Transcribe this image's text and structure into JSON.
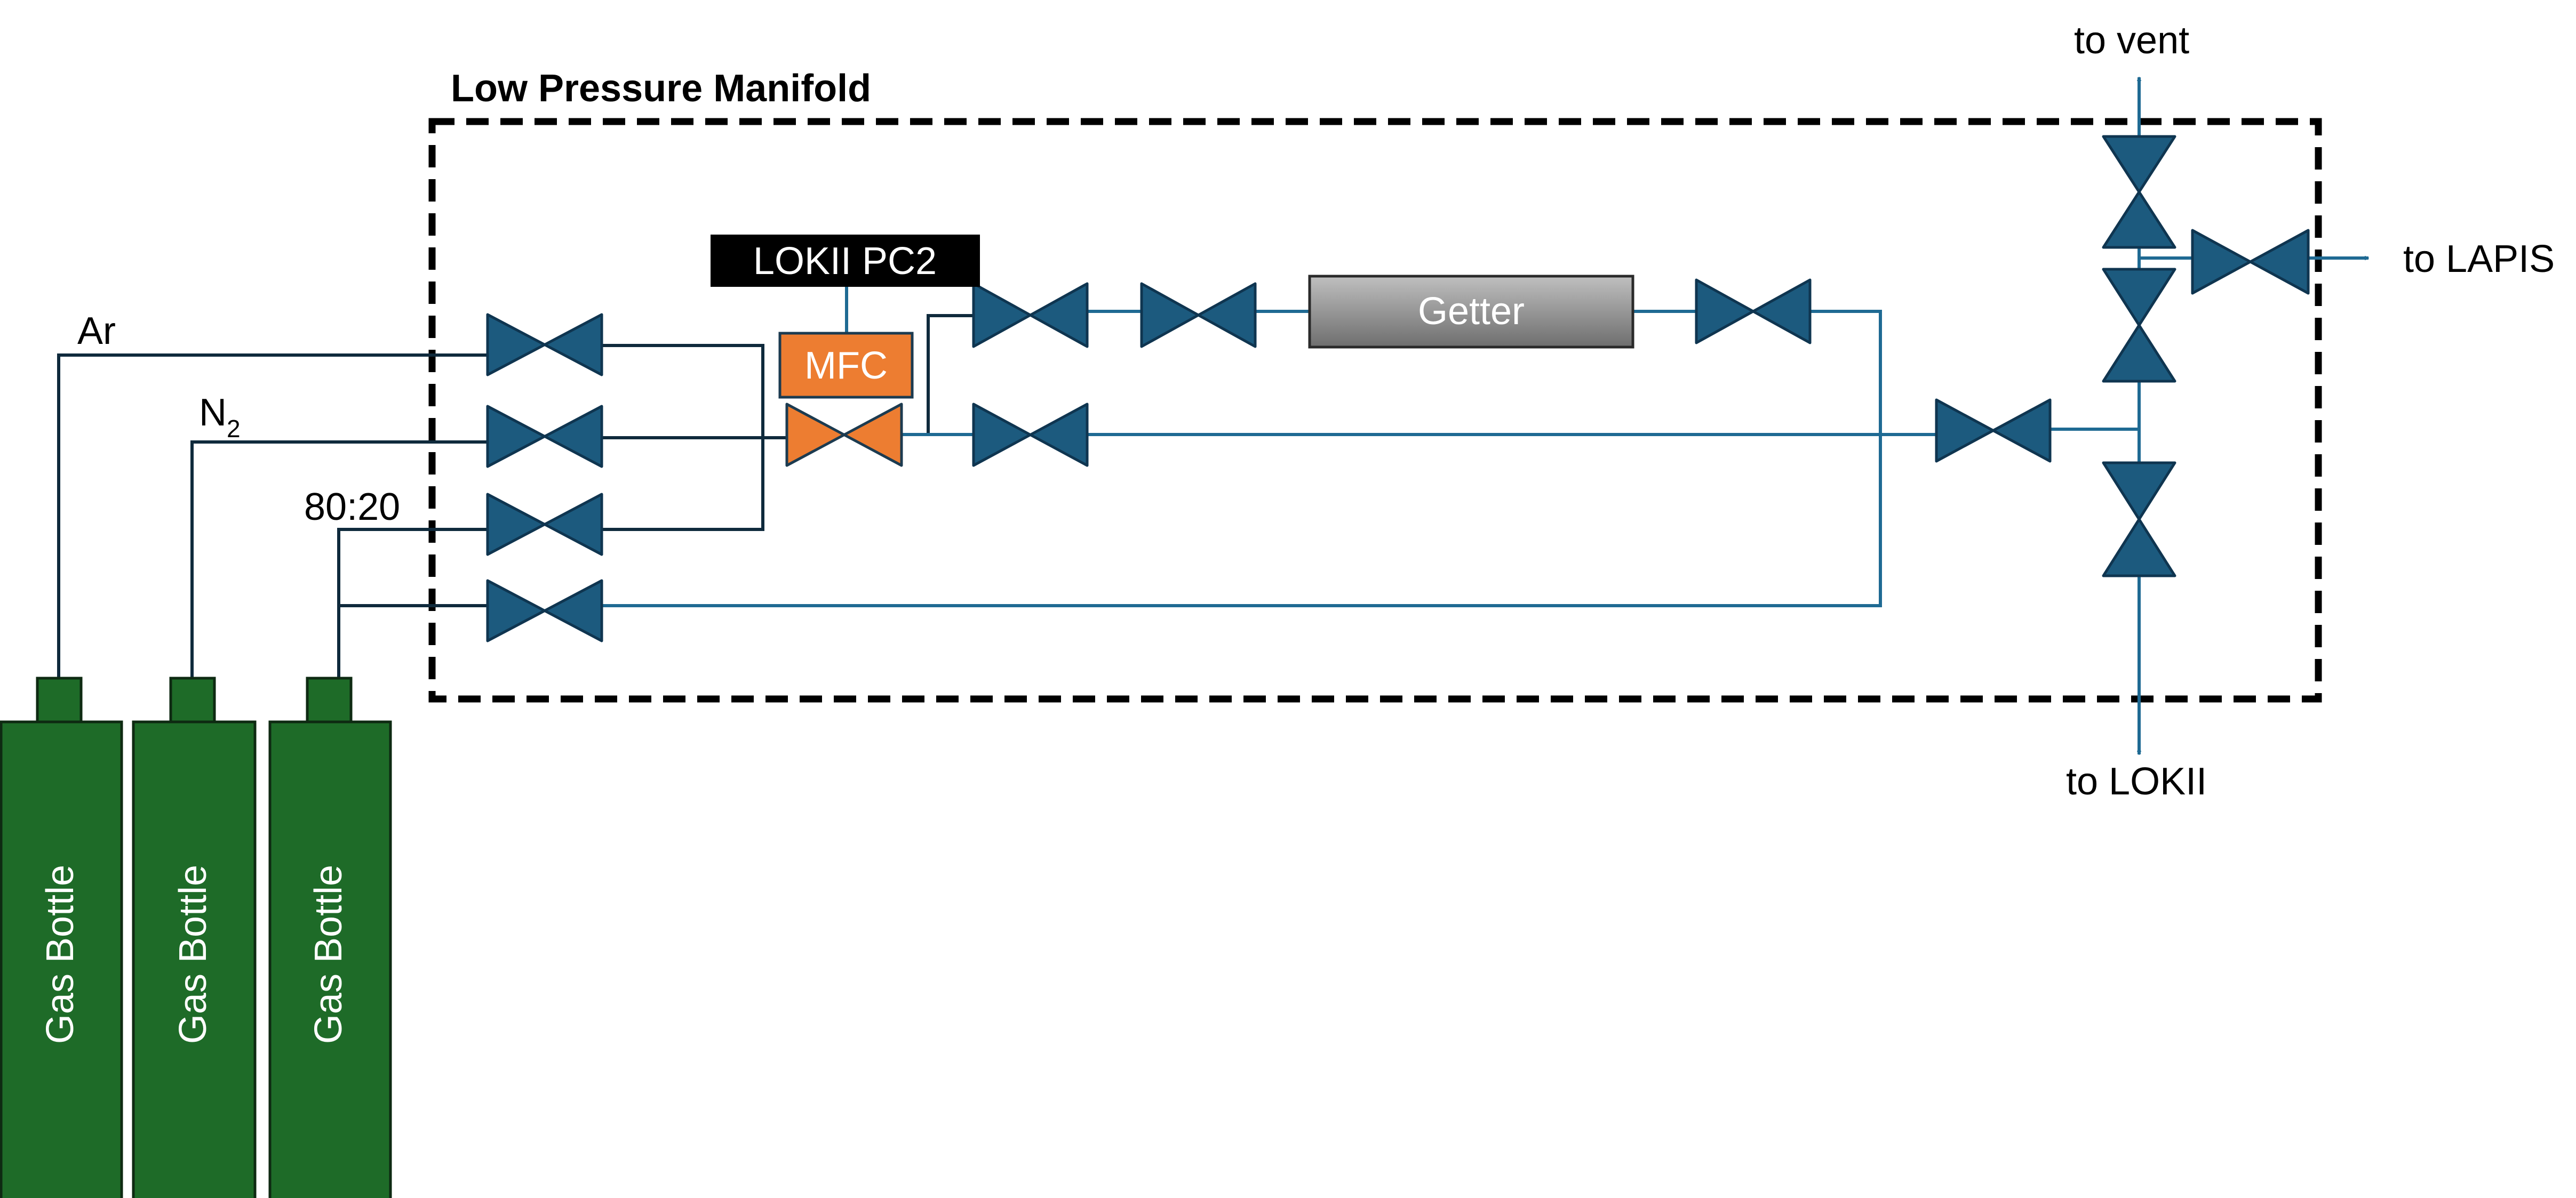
{
  "manifold": {
    "title": "Low Pressure Manifold"
  },
  "lines": {
    "ar": {
      "label": "Ar"
    },
    "n2": {
      "label": "N",
      "subscript": "2"
    },
    "mix": {
      "label": "80:20"
    }
  },
  "controller": {
    "label": "LOKII PC2"
  },
  "mfc": {
    "label": "MFC"
  },
  "getter": {
    "label": "Getter"
  },
  "outlets": {
    "vent": "to vent",
    "lapis": "to LAPIS",
    "lokii": "to LOKII"
  },
  "bottles": [
    {
      "label": "Gas Bottle"
    },
    {
      "label": "Gas Bottle"
    },
    {
      "label": "Gas Bottle"
    }
  ],
  "colors": {
    "valve": "#1c5a7e",
    "mfc_valve": "#ed7d31",
    "pipe": "#1f6a93",
    "bottle": "#1e6b28",
    "controller_box": "#000000",
    "getter_box": "#7f7f7f"
  }
}
